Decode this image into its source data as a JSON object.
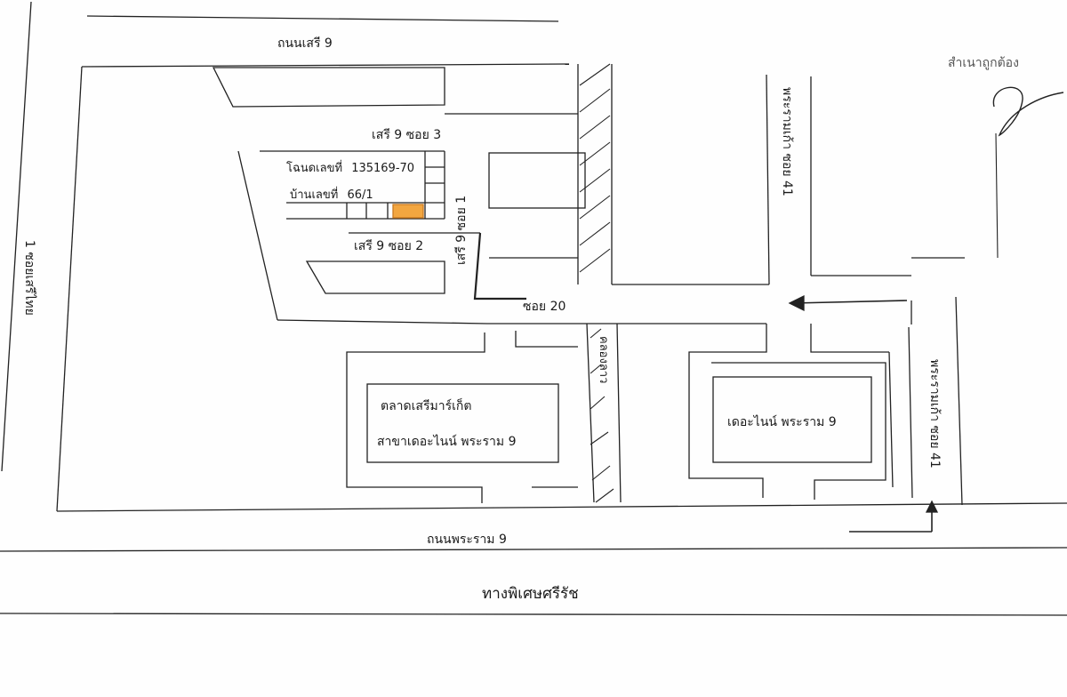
{
  "map": {
    "roads": {
      "soi_seri_9": "ถนนเสรี 9",
      "seri_9_soi_3": "เสรี 9  ซอย 3",
      "seri_9_soi_2": "เสรี 9 ซอย 2",
      "seri_9_soi_1": "เสรี 9 ซอย 1",
      "soi_20": "ซอย 20",
      "rama_9_road": "ถนนพระราม 9",
      "expressway": "ทางพิเศษศรีรัช",
      "rama9_soi_41_top": "พระรามเก้า ซอย 41",
      "rama9_soi_41_bottom": "พระรามเก้า ซอย 41",
      "left_road": "1 ซอยเสรีไทย",
      "canal": "คลองลาว"
    },
    "parcel": {
      "deed_label": "โฉนดเลขที่",
      "deed_number": "135169-70",
      "house_label": "บ้านเลขที่",
      "house_number": "66/1"
    },
    "buildings": {
      "market_line1": "ตลาดเสรีมาร์เก็ต",
      "market_line2": "สาขาเดอะไนน์ พระราม 9",
      "the_nine": "เดอะไนน์ พระราม 9"
    },
    "stamp": {
      "copy_text": "สำเนาถูกต้อง"
    },
    "colors": {
      "line": "#222222",
      "parcel_fill": "#f2a640",
      "background": "#fefefe"
    }
  }
}
